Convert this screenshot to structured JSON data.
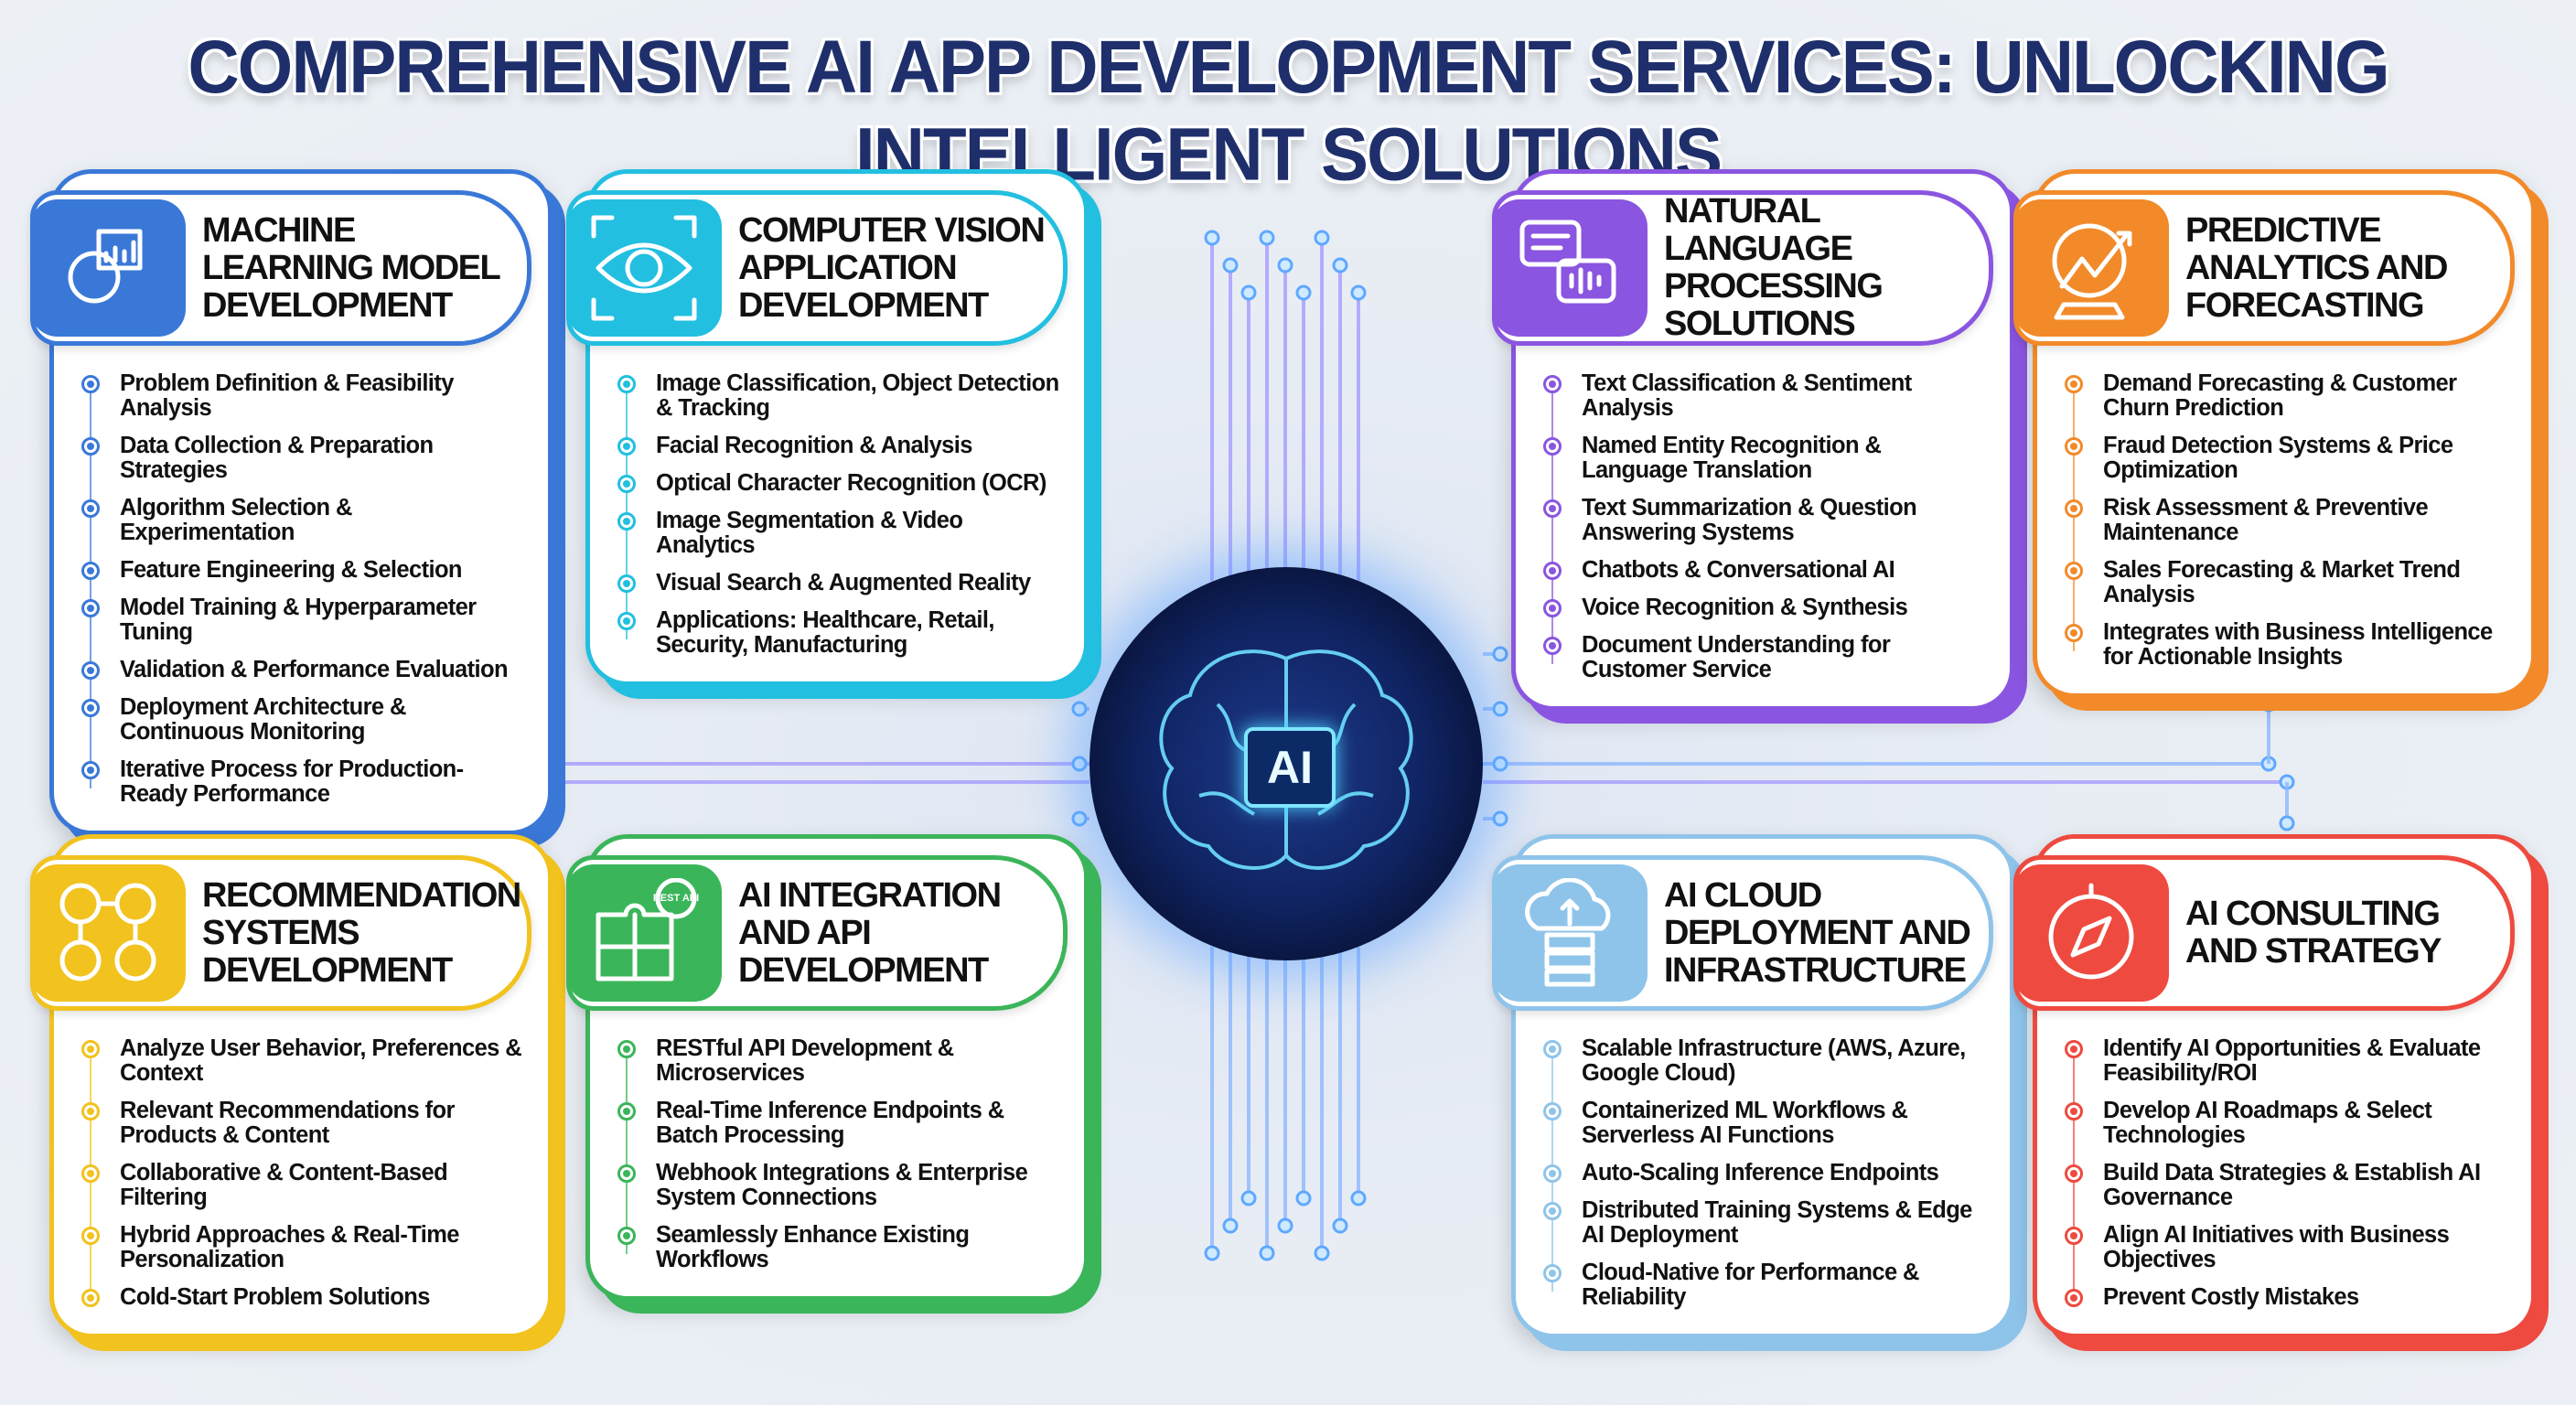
{
  "title": "COMPREHENSIVE AI APP DEVELOPMENT SERVICES: UNLOCKING INTELLIGENT SOLUTIONS",
  "center_label": "AI",
  "cards": [
    {
      "id": "ml",
      "icon": "gear-chart-icon",
      "color": "#3a78d8",
      "title": "Machine Learning Model Development",
      "items": [
        "Problem Definition & Feasibility Analysis",
        "Data Collection & Preparation Strategies",
        "Algorithm Selection & Experimentation",
        "Feature Engineering & Selection",
        "Model Training & Hyperparameter Tuning",
        "Validation & Performance Evaluation",
        "Deployment Architecture & Continuous Monitoring",
        "Iterative Process for Production-Ready Performance"
      ]
    },
    {
      "id": "cv",
      "icon": "eye-scan-icon",
      "color": "#22bfe0",
      "title": "Computer Vision Application Development",
      "items": [
        "Image Classification, Object Detection & Tracking",
        "Facial Recognition & Analysis",
        "Optical Character Recognition (OCR)",
        "Image Segmentation & Video Analytics",
        "Visual Search & Augmented Reality",
        "Applications: Healthcare, Retail, Security, Manufacturing"
      ]
    },
    {
      "id": "nlp",
      "icon": "chat-bubbles-icon",
      "color": "#8a55e0",
      "title": "Natural Language Processing Solutions",
      "items": [
        "Text Classification & Sentiment Analysis",
        "Named Entity Recognition & Language Translation",
        "Text Summarization & Question Answering Systems",
        "Chatbots & Conversational AI",
        "Voice Recognition & Synthesis",
        "Document Understanding for Customer Service"
      ]
    },
    {
      "id": "pa",
      "icon": "crystal-ball-trend-icon",
      "color": "#f28a2a",
      "title": "Predictive Analytics and Forecasting",
      "items": [
        "Demand Forecasting & Customer Churn Prediction",
        "Fraud Detection Systems & Price Optimization",
        "Risk Assessment & Preventive Maintenance",
        "Sales Forecasting & Market Trend Analysis",
        "Integrates with Business Intelligence for Actionable Insights"
      ]
    },
    {
      "id": "rec",
      "icon": "users-cart-icon",
      "color": "#f2c21e",
      "title": "Recommendation Systems Development",
      "items": [
        "Analyze User Behavior, Preferences & Context",
        "Relevant Recommendations for Products & Content",
        "Collaborative & Content-Based Filtering",
        "Hybrid Approaches & Real-Time Personalization",
        "Cold-Start Problem Solutions"
      ]
    },
    {
      "id": "api",
      "icon": "puzzle-api-icon",
      "color": "#3bb55a",
      "icon_text": "REST API",
      "title": "AI Integration and API Development",
      "items": [
        "RESTful API Development & Microservices",
        "Real-Time Inference Endpoints & Batch Processing",
        "Webhook Integrations & Enterprise System Connections",
        "Seamlessly Enhance Existing Workflows"
      ]
    },
    {
      "id": "cloud",
      "icon": "cloud-server-icon",
      "color": "#8fc4ea",
      "title": "AI Cloud Deployment and Infrastructure",
      "items": [
        "Scalable Infrastructure (AWS, Azure, Google Cloud)",
        "Containerized ML Workflows & Serverless AI Functions",
        "Auto-Scaling Inference Endpoints",
        "Distributed Training Systems & Edge AI Deployment",
        "Cloud-Native for Performance & Reliability"
      ]
    },
    {
      "id": "consult",
      "icon": "compass-icon",
      "color": "#ee4a3f",
      "title": "AI Consulting and Strategy",
      "items": [
        "Identify AI Opportunities & Evaluate Feasibility/ROI",
        "Develop AI Roadmaps & Select Technologies",
        "Build Data Strategies & Establish AI Governance",
        "Align AI Initiatives with Business Objectives",
        "Prevent Costly Mistakes"
      ]
    }
  ]
}
